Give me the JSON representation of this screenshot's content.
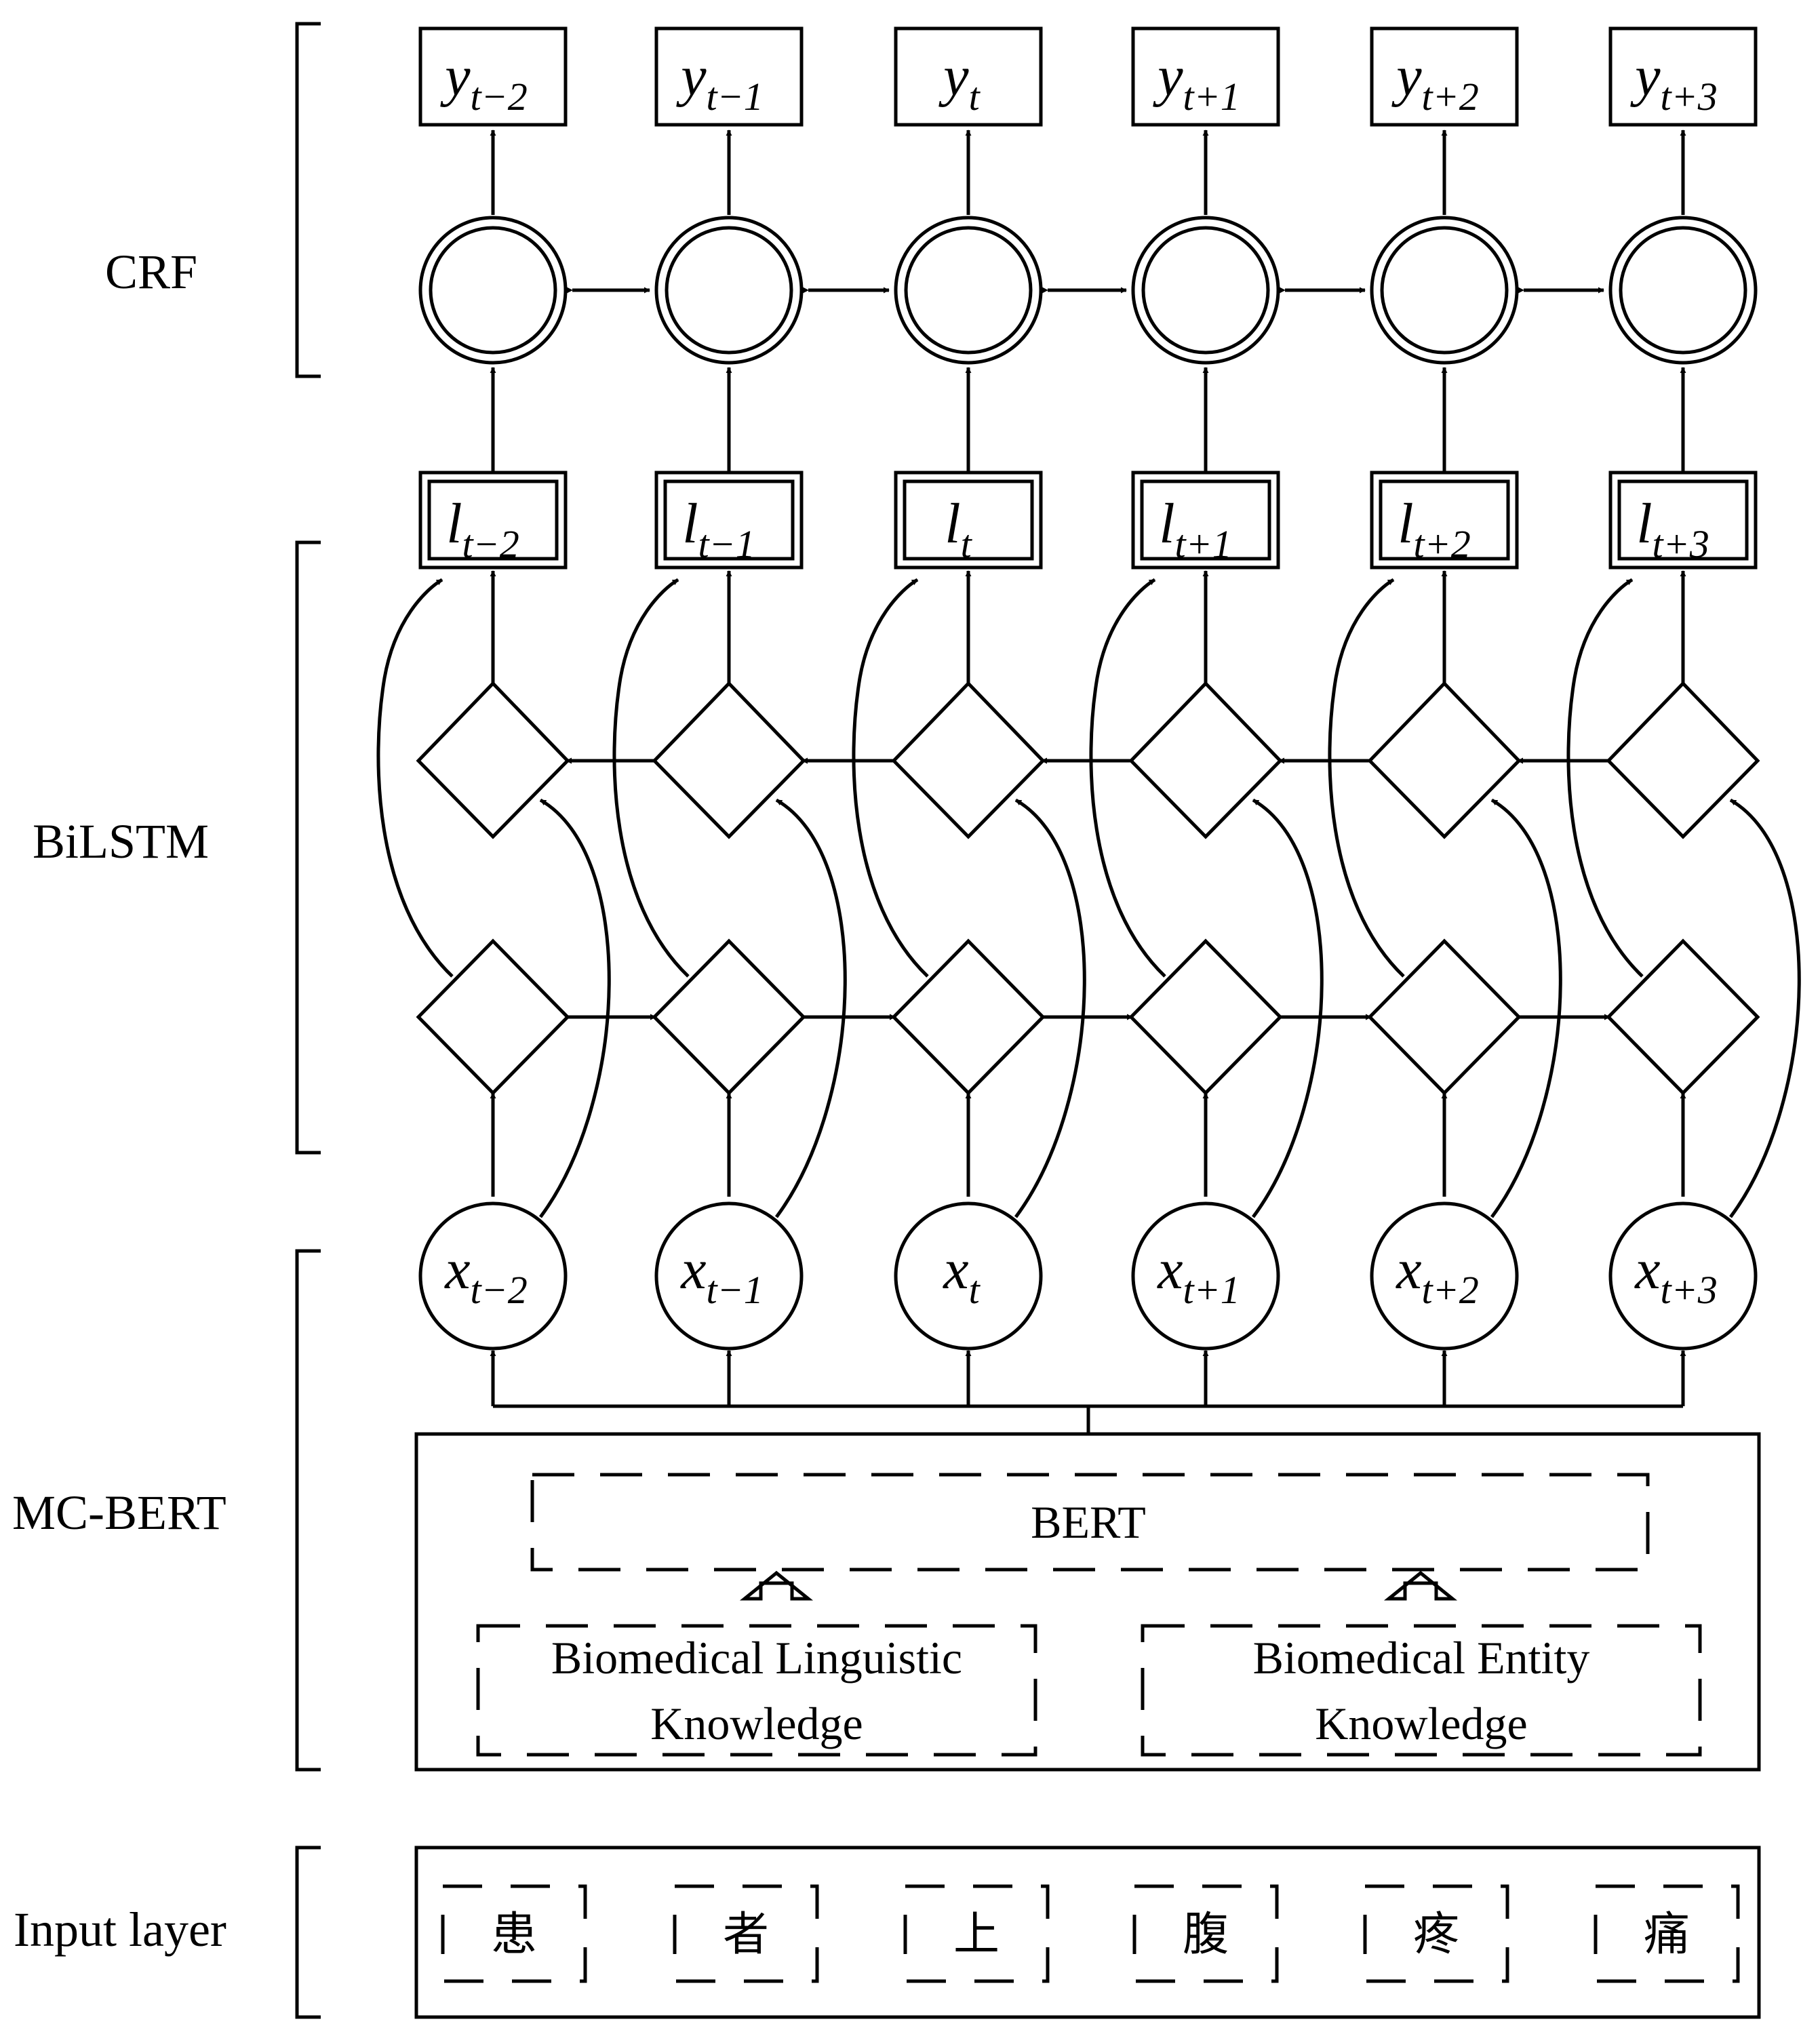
{
  "layers": {
    "crf": "CRF",
    "bilstm": "BiLSTM",
    "mcbert": "MC-BERT",
    "input": "Input layer"
  },
  "outputs": [
    {
      "base": "y",
      "sub": "t−2"
    },
    {
      "base": "y",
      "sub": "t−1"
    },
    {
      "base": "y",
      "sub": "t"
    },
    {
      "base": "y",
      "sub": "t+1"
    },
    {
      "base": "y",
      "sub": "t+2"
    },
    {
      "base": "y",
      "sub": "t+3"
    }
  ],
  "logits": [
    {
      "base": "l",
      "sub": "t−2"
    },
    {
      "base": "l",
      "sub": "t−1"
    },
    {
      "base": "l",
      "sub": "t"
    },
    {
      "base": "l",
      "sub": "t+1"
    },
    {
      "base": "l",
      "sub": "t+2"
    },
    {
      "base": "l",
      "sub": "t+3"
    }
  ],
  "inputs": [
    {
      "base": "x",
      "sub": "t−2"
    },
    {
      "base": "x",
      "sub": "t−1"
    },
    {
      "base": "x",
      "sub": "t"
    },
    {
      "base": "x",
      "sub": "t+1"
    },
    {
      "base": "x",
      "sub": "t+2"
    },
    {
      "base": "x",
      "sub": "t+3"
    }
  ],
  "bert": {
    "core": "BERT",
    "knowledge_left": [
      "Biomedical Linguistic",
      "Knowledge"
    ],
    "knowledge_right": [
      "Biomedical Entity",
      "Knowledge"
    ]
  },
  "tokens": [
    "患",
    "者",
    "上",
    "腹",
    "疼",
    "痛"
  ],
  "stroke_color": "#000000",
  "background_color": "#ffffff"
}
